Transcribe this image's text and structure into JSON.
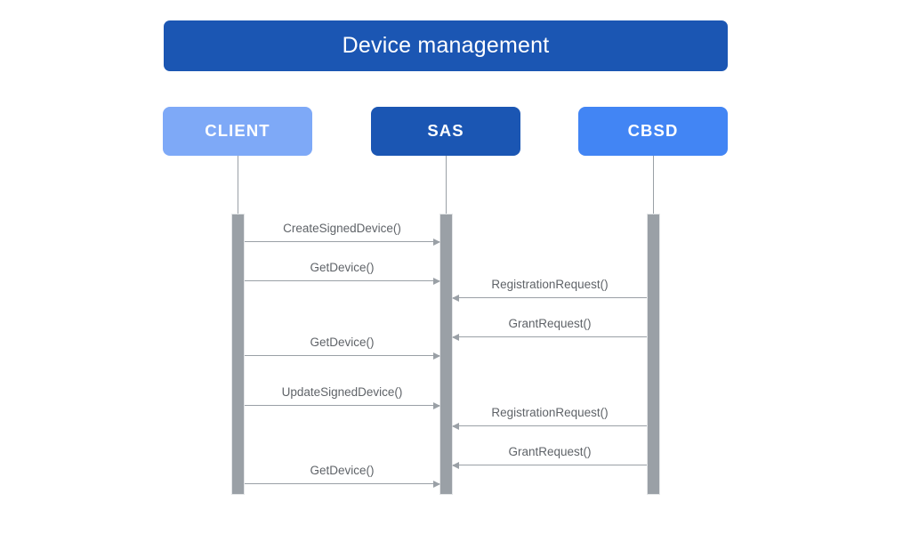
{
  "title": {
    "text": "Device management"
  },
  "colors": {
    "title_bar": "#1b56b3",
    "client_header": "#7ea9f7",
    "sas_header": "#1b56b3",
    "cbsd_header": "#4285f4",
    "activation_bar": "#9aa0a6",
    "line": "#9aa0a6",
    "label_text": "#5f6368",
    "background": "#ffffff"
  },
  "participants": [
    {
      "id": "client",
      "label": "CLIENT"
    },
    {
      "id": "sas",
      "label": "SAS"
    },
    {
      "id": "cbsd",
      "label": "CBSD"
    }
  ],
  "messages": [
    {
      "label": "CreateSignedDevice()",
      "from": "CLIENT",
      "to": "SAS",
      "direction": "right"
    },
    {
      "label": "GetDevice()",
      "from": "CLIENT",
      "to": "SAS",
      "direction": "right"
    },
    {
      "label": "RegistrationRequest()",
      "from": "CBSD",
      "to": "SAS",
      "direction": "left"
    },
    {
      "label": "GrantRequest()",
      "from": "CBSD",
      "to": "SAS",
      "direction": "left"
    },
    {
      "label": "GetDevice()",
      "from": "CLIENT",
      "to": "SAS",
      "direction": "right"
    },
    {
      "label": "UpdateSignedDevice()",
      "from": "CLIENT",
      "to": "SAS",
      "direction": "right"
    },
    {
      "label": "RegistrationRequest()",
      "from": "CBSD",
      "to": "SAS",
      "direction": "left"
    },
    {
      "label": "GrantRequest()",
      "from": "CBSD",
      "to": "SAS",
      "direction": "left"
    },
    {
      "label": "GetDevice()",
      "from": "CLIENT",
      "to": "SAS",
      "direction": "right"
    }
  ]
}
